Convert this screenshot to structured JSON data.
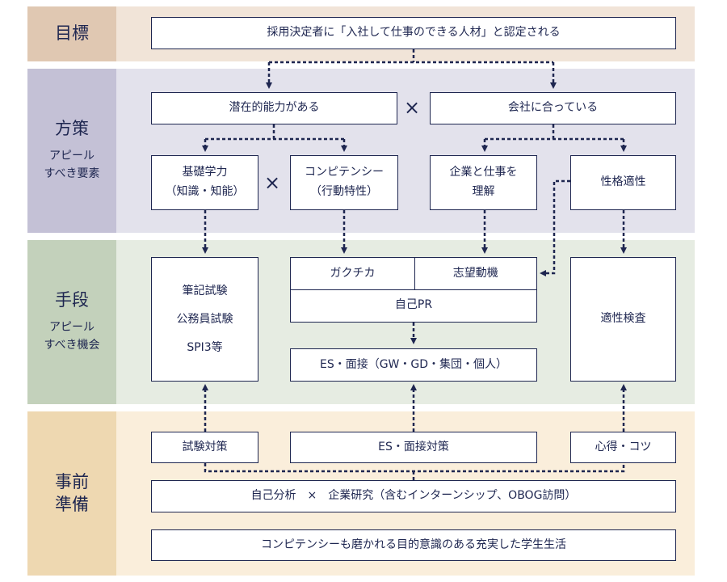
{
  "labels": {
    "goal": "目標",
    "policy": "方策",
    "policy_sub1": "アピール",
    "policy_sub2": "すべき要素",
    "means": "手段",
    "means_sub1": "アピール",
    "means_sub2": "すべき機会",
    "prep1": "事前",
    "prep2": "準備"
  },
  "goal_box": "採用決定者に「入社して仕事のできる人材」と認定される",
  "policy": {
    "potential": "潜在的能力がある",
    "fit": "会社に合っている",
    "cross": "×",
    "basic1": "基礎学力",
    "basic2": "（知識・知能）",
    "competency1": "コンピテンシー",
    "competency2": "（行動特性）",
    "understand1": "企業と仕事を",
    "understand2": "理解",
    "aptitude": "性格適性"
  },
  "means": {
    "written1": "筆記試験",
    "written2": "公務員試験",
    "written3": "SPI3等",
    "gakuchika": "ガクチカ",
    "motivation": "志望動機",
    "self_pr": "自己PR",
    "es_interview": "ES・面接（GW・GD・集団・個人）",
    "aptitude_test": "適性検査"
  },
  "prep": {
    "exam_prep": "試験対策",
    "es_prep": "ES・面接対策",
    "tips": "心得・コツ",
    "analysis": "自己分析　×　企業研究（含むインターンシップ、OBOG訪問）",
    "life": "コンピテンシーも磨かれる目的意識のある充実した学生生活"
  },
  "colors": {
    "navy": "#1e2650",
    "goal_band": "#f1e4d8",
    "goal_label": "#e0c8b2",
    "policy_band": "#e3e2ec",
    "policy_label": "#c4c1d6",
    "means_band": "#e6ece2",
    "means_label": "#c3d1bb",
    "prep_band": "#faeedb",
    "prep_label": "#eed8b1"
  }
}
